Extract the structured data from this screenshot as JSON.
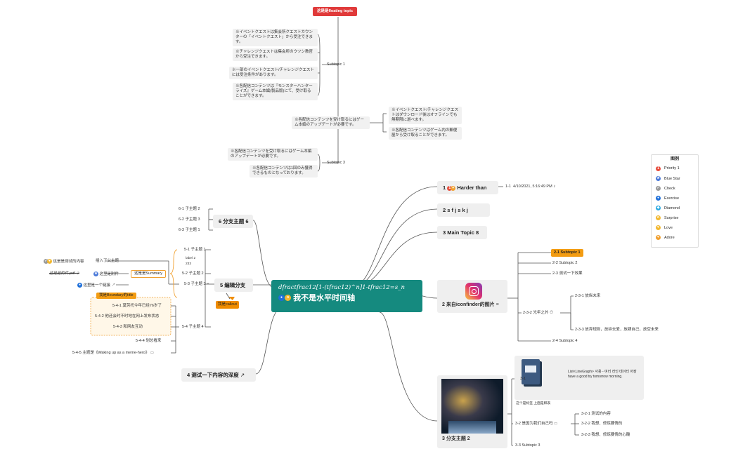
{
  "floating_topic": "这是是floating topic",
  "subtopic1": {
    "label": "Subtopic 1",
    "items": [
      "※イベントクエストは集会所クエストカウンターの「イベントクエスト」から受注できます。",
      "※チャレンジクエストは集会所のウツシ教官から受注できます。",
      "※一部のイベントクエスト/チャレンジクエストには受注条件があります。",
      "※各配信コンテンツは『モンスターハンターライズ』ゲーム本編(製品版)にて、受け取ることができます。"
    ]
  },
  "mid_topic": {
    "label": "※各配信コンテンツを受け取るにはゲーム本編のアップデートが必要です。",
    "children": [
      "※イベントクエスト/チャレンジクエストはダウンロード後はオフラインでも無期限に遊べます。",
      "※各配信コンテンツはゲーム内の郵便屋から受け取ることができます。"
    ]
  },
  "subtopic3": {
    "label": "Subtopic 3",
    "items": [
      "※各配信コンテンツを受け取るにはゲーム本編のアップデートが必要です。",
      "※各配信コンテンツは1回のみ獲得できるものとなっております。"
    ]
  },
  "legend": {
    "title": "图例",
    "items": [
      {
        "icon": "priority-1-icon",
        "label": "Priority 1",
        "color": "#e74c3c",
        "glyph": "1"
      },
      {
        "icon": "blue-star-icon",
        "label": "Blue Star",
        "color": "#4a79d9",
        "glyph": "★"
      },
      {
        "icon": "check-icon",
        "label": "Check",
        "color": "#9a9a9a",
        "glyph": "✓"
      },
      {
        "icon": "exercise-icon",
        "label": "Exercise",
        "color": "#1e6fd9",
        "glyph": "●"
      },
      {
        "icon": "diamond-icon",
        "label": "Diamond",
        "color": "#2ba9e0",
        "glyph": "◆"
      },
      {
        "icon": "surprise-icon",
        "label": "Surprise",
        "color": "#f2b830",
        "glyph": "o"
      },
      {
        "icon": "love-icon",
        "label": "Love",
        "color": "#f2b830",
        "glyph": "♥"
      },
      {
        "icon": "adore-icon",
        "label": "Adore",
        "color": "#f0a030",
        "glyph": "♥"
      }
    ]
  },
  "central": {
    "formula": "dfractfrac12[1-(tfrac12)^n]1-tfrac12=s_n",
    "title": "我不是水平时间轴"
  },
  "right": {
    "harder": {
      "prefix": "1",
      "label": "Harder than",
      "child_num": "1-1",
      "child_time": "4/10/2021, 5:16:49 PM"
    },
    "sfjskj": "2  s f j s k j",
    "main8": "3  Main Topic 8",
    "iconfinder": {
      "label": "2  来自iconfinder的图片",
      "children": [
        "2-1  Subtopic 1",
        "2-2  Subtopic 2",
        "2-3  测试一下效果",
        "2-3-2  光年之外",
        "2-4  Subtopic 4"
      ],
      "grand": [
        "2-3-1  放纵未来",
        "2-3-3  放弃规则，放纵去爱，放肆自己，放空未来"
      ]
    },
    "topic3": {
      "label": "3  分支主题 2",
      "card_num": "3-1",
      "card_text": "List<LineGraph> 사용 - 여러 라인 데이터 저장 have a good try tomorrow morning.",
      "card_caption": "这个是标签    上面是粹表",
      "children": [
        "3-2  是因为我们自己吗",
        "3-3  Subtopic 3"
      ],
      "grand": [
        "3-2-1  测试的内容",
        "3-2-2  我想、修炼要情的",
        "3-2-3  我想、修炼要情的心酸"
      ]
    }
  },
  "left": {
    "topic6": {
      "label": "6  分支主题 6",
      "children": [
        "6-1  子主题 2",
        "6-2  子主题 3",
        "6-3  子主题 1"
      ]
    },
    "topic5": {
      "label": "5  编辑分支",
      "callout": "我是callout",
      "label2": "label 2",
      "num": "233",
      "children": [
        "5-1  子主题 1",
        "5-2  子主题 2",
        "5-3  子主题 3",
        "5-4  子主题 4"
      ],
      "summary": "这是是Summary",
      "sub53": [
        "这是是测试的内容",
        "这是是附件.pdf",
        "这里是一个链接"
      ],
      "sub53_parent": "插入了父主题",
      "sub53_attach": "这里是附件",
      "boundary_title": "我是Boundary的title",
      "sub54": [
        "5-4-1  莫劳托今年已经76岁了",
        "5-4-2  他还会时不时地在网上发布状态",
        "5-4-3  和网友互动",
        "5-4-4  划总看来",
        "5-4-5  主题是《Waking up as a meme-hero》"
      ]
    },
    "topic4": "4  测试一下内容的深度"
  }
}
